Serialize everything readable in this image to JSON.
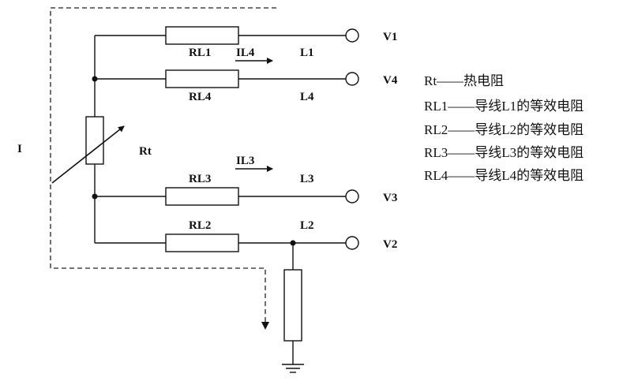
{
  "diagram": {
    "current_label": "I",
    "thermistor_label": "Rt",
    "resistors": {
      "rl1": "RL1",
      "rl2": "RL2",
      "rl3": "RL3",
      "rl4": "RL4"
    },
    "currents": {
      "il4": "IL4",
      "il3": "IL3"
    },
    "lines": {
      "l1": "L1",
      "l2": "L2",
      "l3": "L3",
      "l4": "L4"
    },
    "terminals": {
      "v1": "V1",
      "v2": "V2",
      "v3": "V3",
      "v4": "V4"
    }
  },
  "legend": {
    "items": [
      "Rt——热电阻",
      "RL1——导线L1的等效电阻",
      "RL2——导线L2的等效电阻",
      "RL3——导线L3的等效电阻",
      "RL4——导线L4的等效电阻"
    ]
  }
}
